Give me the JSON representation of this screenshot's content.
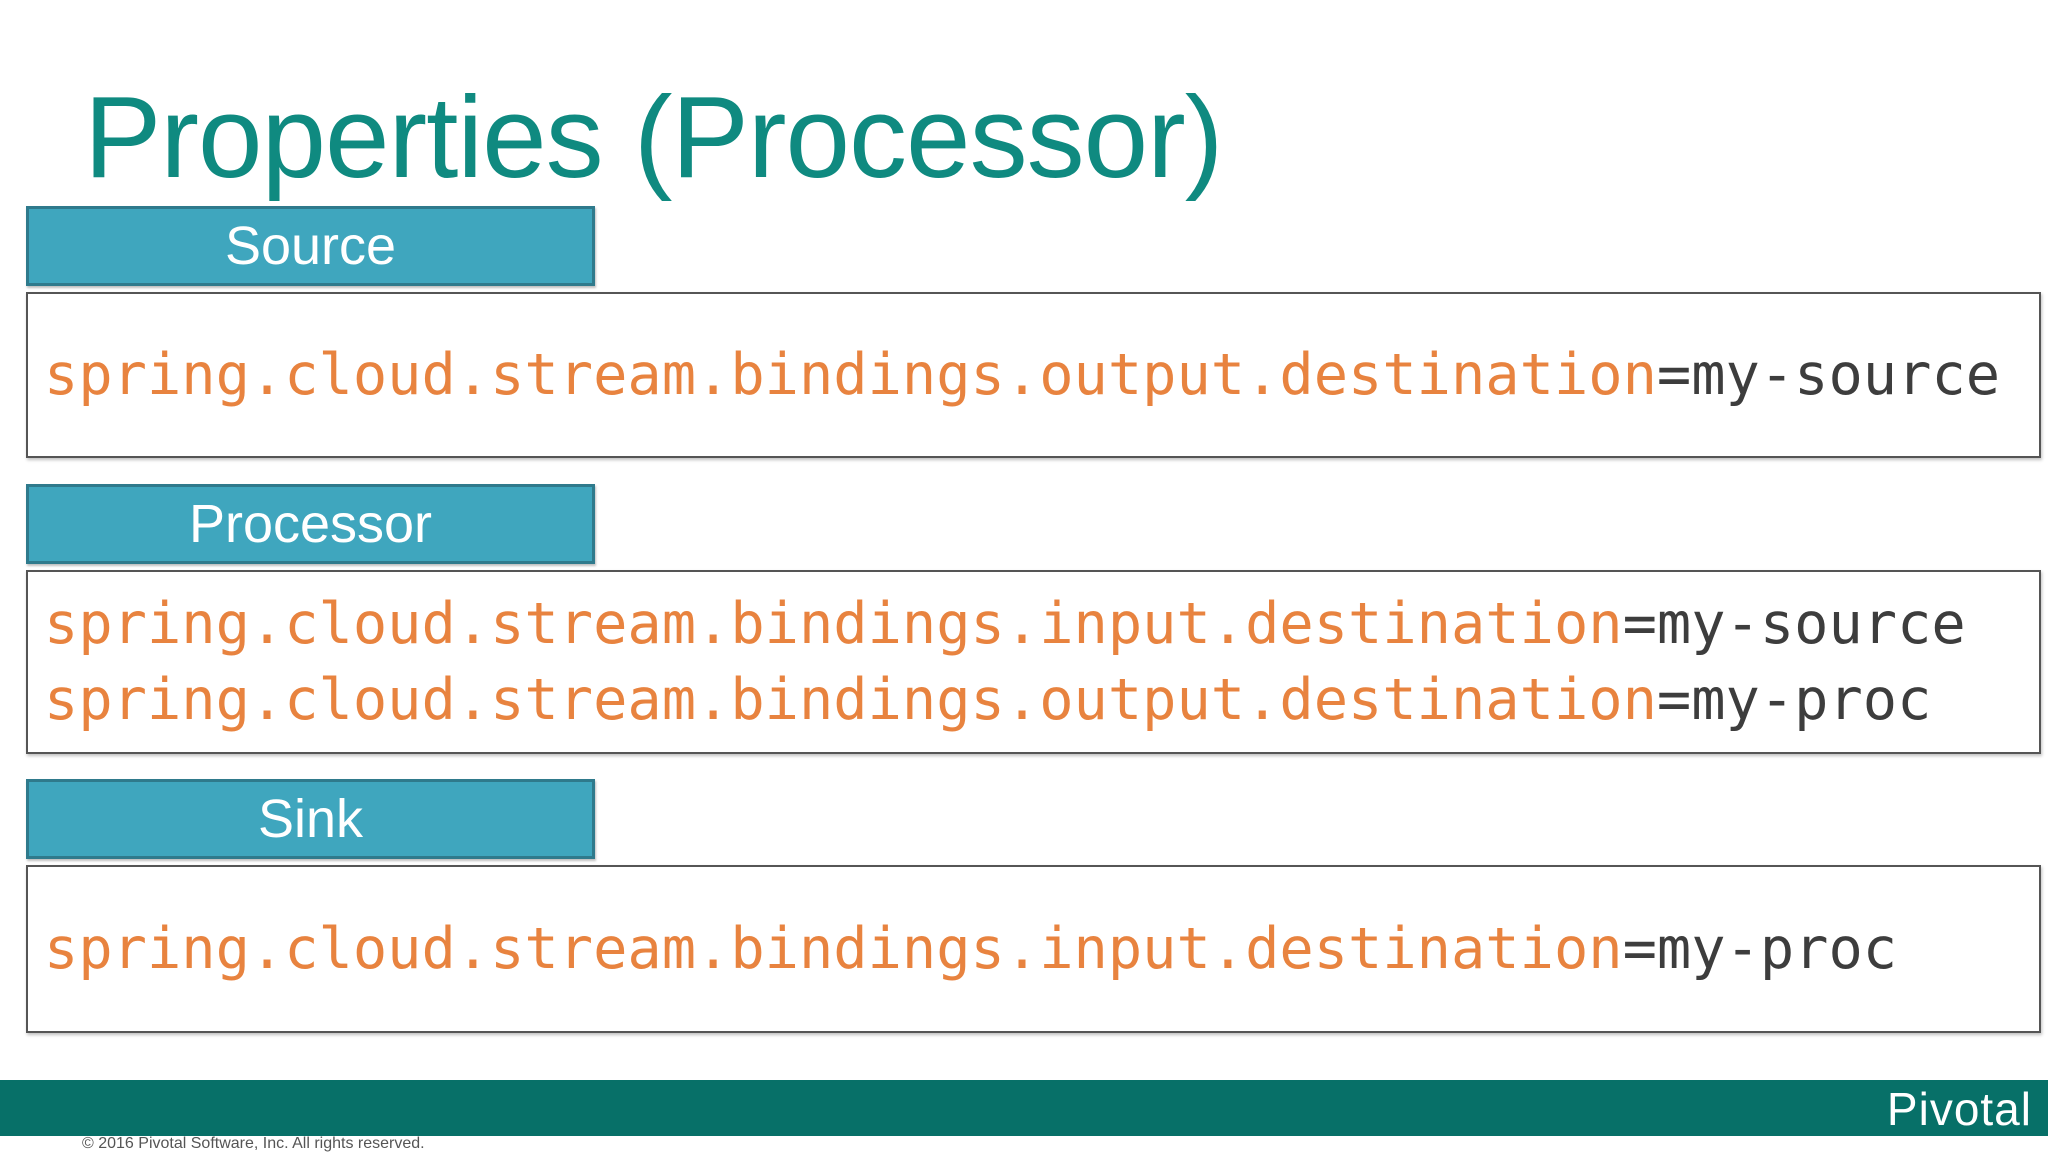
{
  "slide": {
    "title": "Properties (Processor)",
    "sections": [
      {
        "tab": "Source",
        "lines": [
          {
            "key": "spring.cloud.stream.bindings.output.destination",
            "value": "=my-source"
          }
        ]
      },
      {
        "tab": "Processor",
        "lines": [
          {
            "key": "spring.cloud.stream.bindings.input.destination",
            "value": "=my-source"
          },
          {
            "key": "spring.cloud.stream.bindings.output.destination",
            "value": "=my-proc"
          }
        ]
      },
      {
        "tab": "Sink",
        "lines": [
          {
            "key": "spring.cloud.stream.bindings.input.destination",
            "value": "=my-proc"
          }
        ]
      }
    ]
  },
  "footer": {
    "logo": "Pivotal",
    "copyright": "© 2016 Pivotal Software, Inc. All rights reserved."
  },
  "colors": {
    "title": "#0f8a80",
    "tab_fill": "#3fa6be",
    "code_key": "#e8833f",
    "code_value": "#3d3d3d",
    "footer_bar": "#077068"
  }
}
